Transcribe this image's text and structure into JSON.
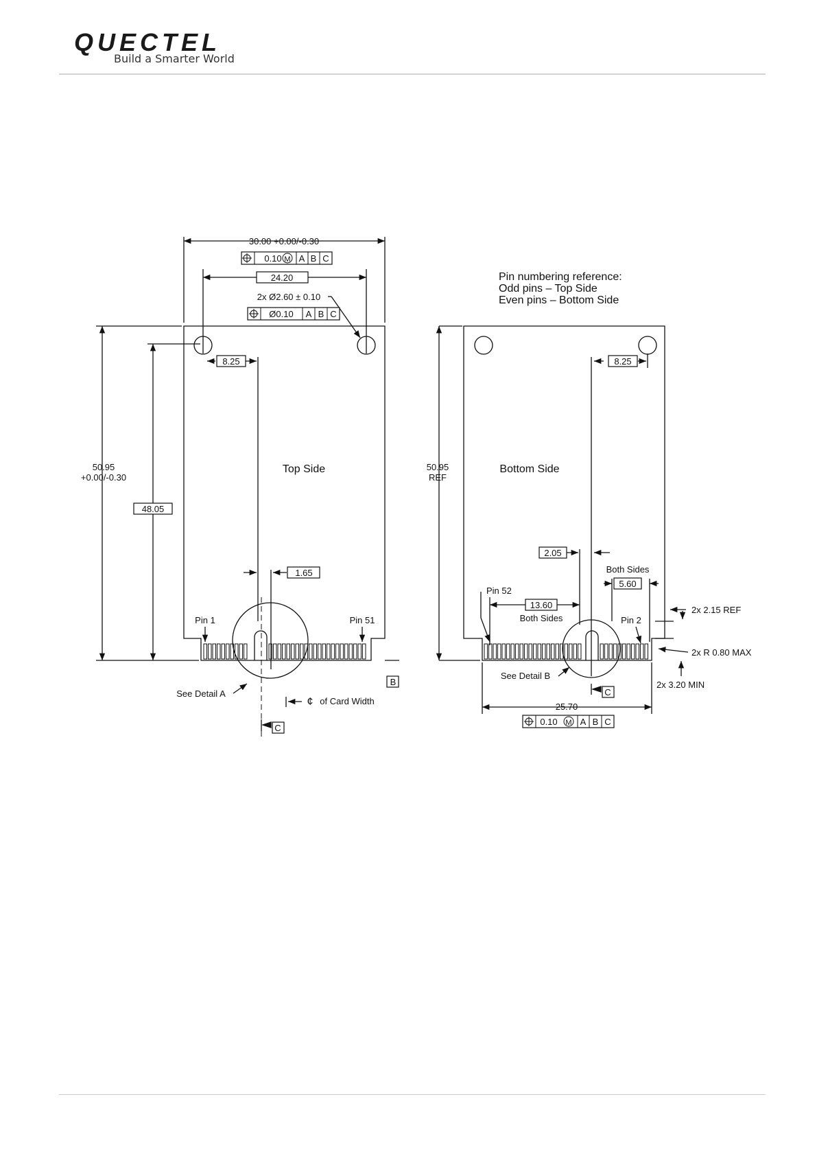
{
  "header": {
    "logo_word": "QUECTEL",
    "tagline": "Build a Smarter World"
  },
  "drawing": {
    "pin_reference": {
      "title": "Pin numbering reference:",
      "odd": "Odd pins – Top Side",
      "even": "Even pins  – Bottom Side"
    },
    "top_side": {
      "label": "Top Side",
      "width_dim": "30.00 +0.00/-0.30",
      "hole_spacing": "24.20",
      "hole_callout": "2x Ø2.60 ± 0.10",
      "hole_offset": "8.25",
      "height_dim_line1": "50.95",
      "height_dim_line2": "+0.00/-0.30",
      "hole_height": "48.05",
      "key_offset": "1.65",
      "pin_first": "Pin 1",
      "pin_last": "Pin 51",
      "detail": "See Detail A",
      "centerline_symbol": "¢",
      "centerline_text": "of Card Width",
      "datum_b": "B",
      "datum_c": "C",
      "fcf_width": {
        "symbol": "⌖",
        "value": "0.10",
        "modifier": "M",
        "d1": "A",
        "d2": "B",
        "d3": "C"
      },
      "fcf_holes": {
        "symbol": "⌖",
        "value": "Ø0.10",
        "d1": "A",
        "d2": "B",
        "d3": "C"
      }
    },
    "bottom_side": {
      "label": "Bottom Side",
      "height_dim_line1": "50.95",
      "height_dim_line2": "REF",
      "hole_offset": "8.25",
      "key_offset": "2.05",
      "both_sides_label": "Both Sides",
      "pad_width": "5.60",
      "pin_first": "Pin 52",
      "pin_last": "Pin 2",
      "span_dim": "13.60",
      "span_label": "Both Sides",
      "ref_dim": "2x 2.15 REF",
      "radius_dim": "2x R 0.80 MAX",
      "min_dim": "2x 3.20 MIN",
      "detail": "See Detail B",
      "datum_c": "C",
      "overall": "25.70",
      "fcf_bottom": {
        "symbol": "⌖",
        "value": "0.10",
        "modifier": "M",
        "d1": "A",
        "d2": "B",
        "d3": "C"
      }
    }
  }
}
